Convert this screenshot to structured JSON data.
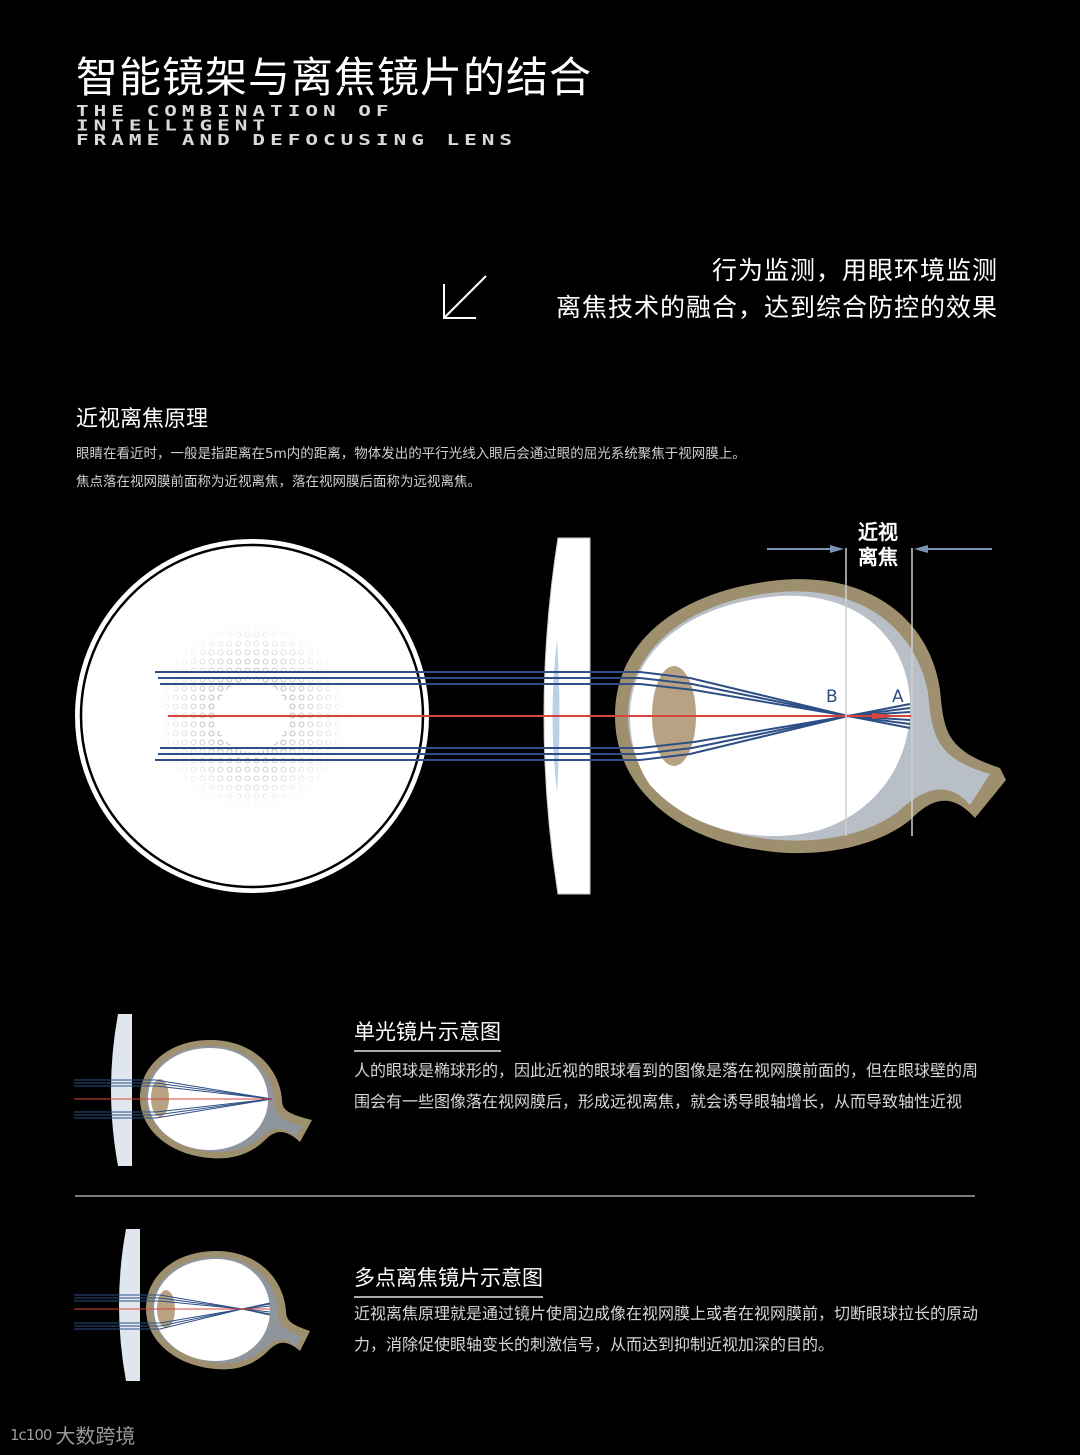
{
  "header": {
    "title_cn": "智能镜架与离焦镜片的结合",
    "title_en_lines": [
      "THE COMBINATION OF",
      "INTELLIGENT",
      "FRAME AND DEFOCUSING LENS"
    ]
  },
  "slogan": {
    "icon": "arrow-down-left-icon",
    "line1": "行为监测，用眼环境监测",
    "line2": "离焦技术的融合，达到综合防控的效果"
  },
  "principle": {
    "heading": "近视离焦原理",
    "para1": "眼睛在看近时，一般是指距离在5m内的距离，物体发出的平行光线入眼后会通过眼的屈光系统聚焦于视网膜上。",
    "para2": "焦点落在视网膜前面称为近视离焦，落在视网膜后面称为远视离焦。"
  },
  "main_diagram": {
    "defocus_label_line1": "近视",
    "defocus_label_line2": "离焦",
    "point_b": "B",
    "point_a": "A",
    "colors": {
      "ray_blue": "#2d4f85",
      "ray_red": "#d8453a",
      "sclera": "#9e8f6f",
      "lens_crystalline": "#b8a283",
      "vitreous_gray": "#b9bfc7",
      "lens_tint": "#bcd0e6"
    }
  },
  "single_vision": {
    "title": "单光镜片示意图",
    "desc": "人的眼球是椭球形的，因此近视的眼球看到的图像是落在视网膜前面的，但在眼球壁的周围会有一些图像落在视网膜后，形成远视离焦，就会诱导眼轴增长，从而导致轴性近视"
  },
  "multi_point": {
    "title": "多点离焦镜片示意图",
    "desc": "近视离焦原理就是通过镜片使周边成像在视网膜上或者在视网膜前，切断眼球拉长的原动力，消除促使眼轴变长的刺激信号，从而达到抑制近视加深的目的。"
  },
  "watermark": {
    "mark": "1c100",
    "text": "大数跨境"
  }
}
